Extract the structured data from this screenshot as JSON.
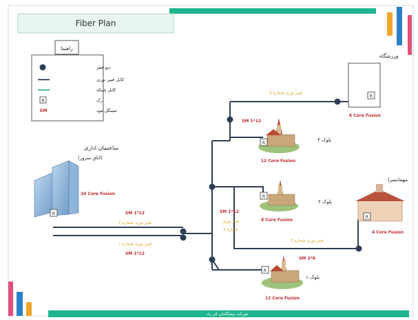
{
  "title": "Fiber Plan",
  "legend": {
    "heading": "راهنما",
    "items": [
      {
        "label": "دپو فیبر",
        "symbol": "dot-icon"
      },
      {
        "label": "کابل فیبر نوری",
        "symbol": "fiber-line-icon"
      },
      {
        "label": "کابل شبکه",
        "symbol": "network-line-icon"
      },
      {
        "label": "رک",
        "symbol": "rack-icon",
        "glyph": "R"
      },
      {
        "label": "سینگل مود",
        "symbol": "sm-text",
        "glyph": "SM"
      }
    ]
  },
  "nodes": {
    "admin": {
      "name": "ساختمان اداری",
      "sub": "(اتاق سرور)",
      "fusion": "24 Core Fusion"
    },
    "gym": {
      "name": "ورزشگاه",
      "fusion": "6 Core Fusion"
    },
    "block3": {
      "name": "بلوک ۳",
      "fusion": "12 Core Fusion"
    },
    "block2": {
      "name": "بلوک ۲",
      "fusion": "8 Core Fusion"
    },
    "block1": {
      "name": "بلوک ۱",
      "fusion": "12 Core Fusion"
    },
    "guesthouse": {
      "name": "مهمانسرا",
      "fusion": "4 Core Fusion"
    }
  },
  "cables": {
    "c5": "فیبر نوری شماره ۵",
    "c3_sm": "SM 1*12",
    "c2_sm": "SM 1*12",
    "c2": "فیبر نوری شماره ۲",
    "c1": "فیبر نوری شماره ۱",
    "c1_sm": "SM 1*12",
    "c3_sm_mid": "SM 1*12",
    "c3_a": "فیبر نوری",
    "c3_b": "شماره ۳",
    "c4": "فیبر نوری شماره ۴",
    "c4_sm": "SM 2*6"
  },
  "rack_glyph": "R",
  "footer": "شرکت پیشگامان کی یاد",
  "colors": {
    "fiber": "#2c3e55",
    "network": "#2eb88a",
    "accent_green": "#1fb58f",
    "label_orange": "#e0a020",
    "label_red": "#c0282c"
  }
}
